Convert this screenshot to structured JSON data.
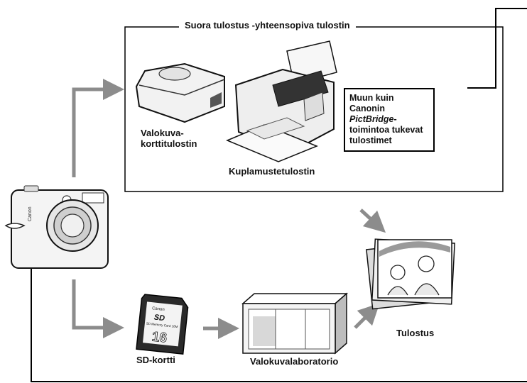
{
  "direct_print": {
    "title": "Suora tulostus -yhteensopiva tulostin",
    "photo_printer": {
      "line1": "Valokuva-",
      "line2": "korttitulostin"
    },
    "bubble_jet_printer": "Kuplamustetulostin",
    "other_printers": {
      "line1": "Muun kuin Canonin",
      "line2_italic": "PictBridge",
      "line2_rest": "-",
      "line3": "toimintoa tukevat",
      "line4": "tulostimet"
    }
  },
  "sd_card": {
    "label": "SD-kortti",
    "brand": "Canon",
    "logo": "SD",
    "memory_text": "SD Memory Card 16M",
    "capacity": "16"
  },
  "camera": {
    "brand": "Canon"
  },
  "photo_lab": {
    "label": "Valokuvalaboratorio"
  },
  "prints": {
    "label": "Tulostus"
  },
  "colors": {
    "arrow": "#8c8c8c",
    "line": "#000000"
  }
}
